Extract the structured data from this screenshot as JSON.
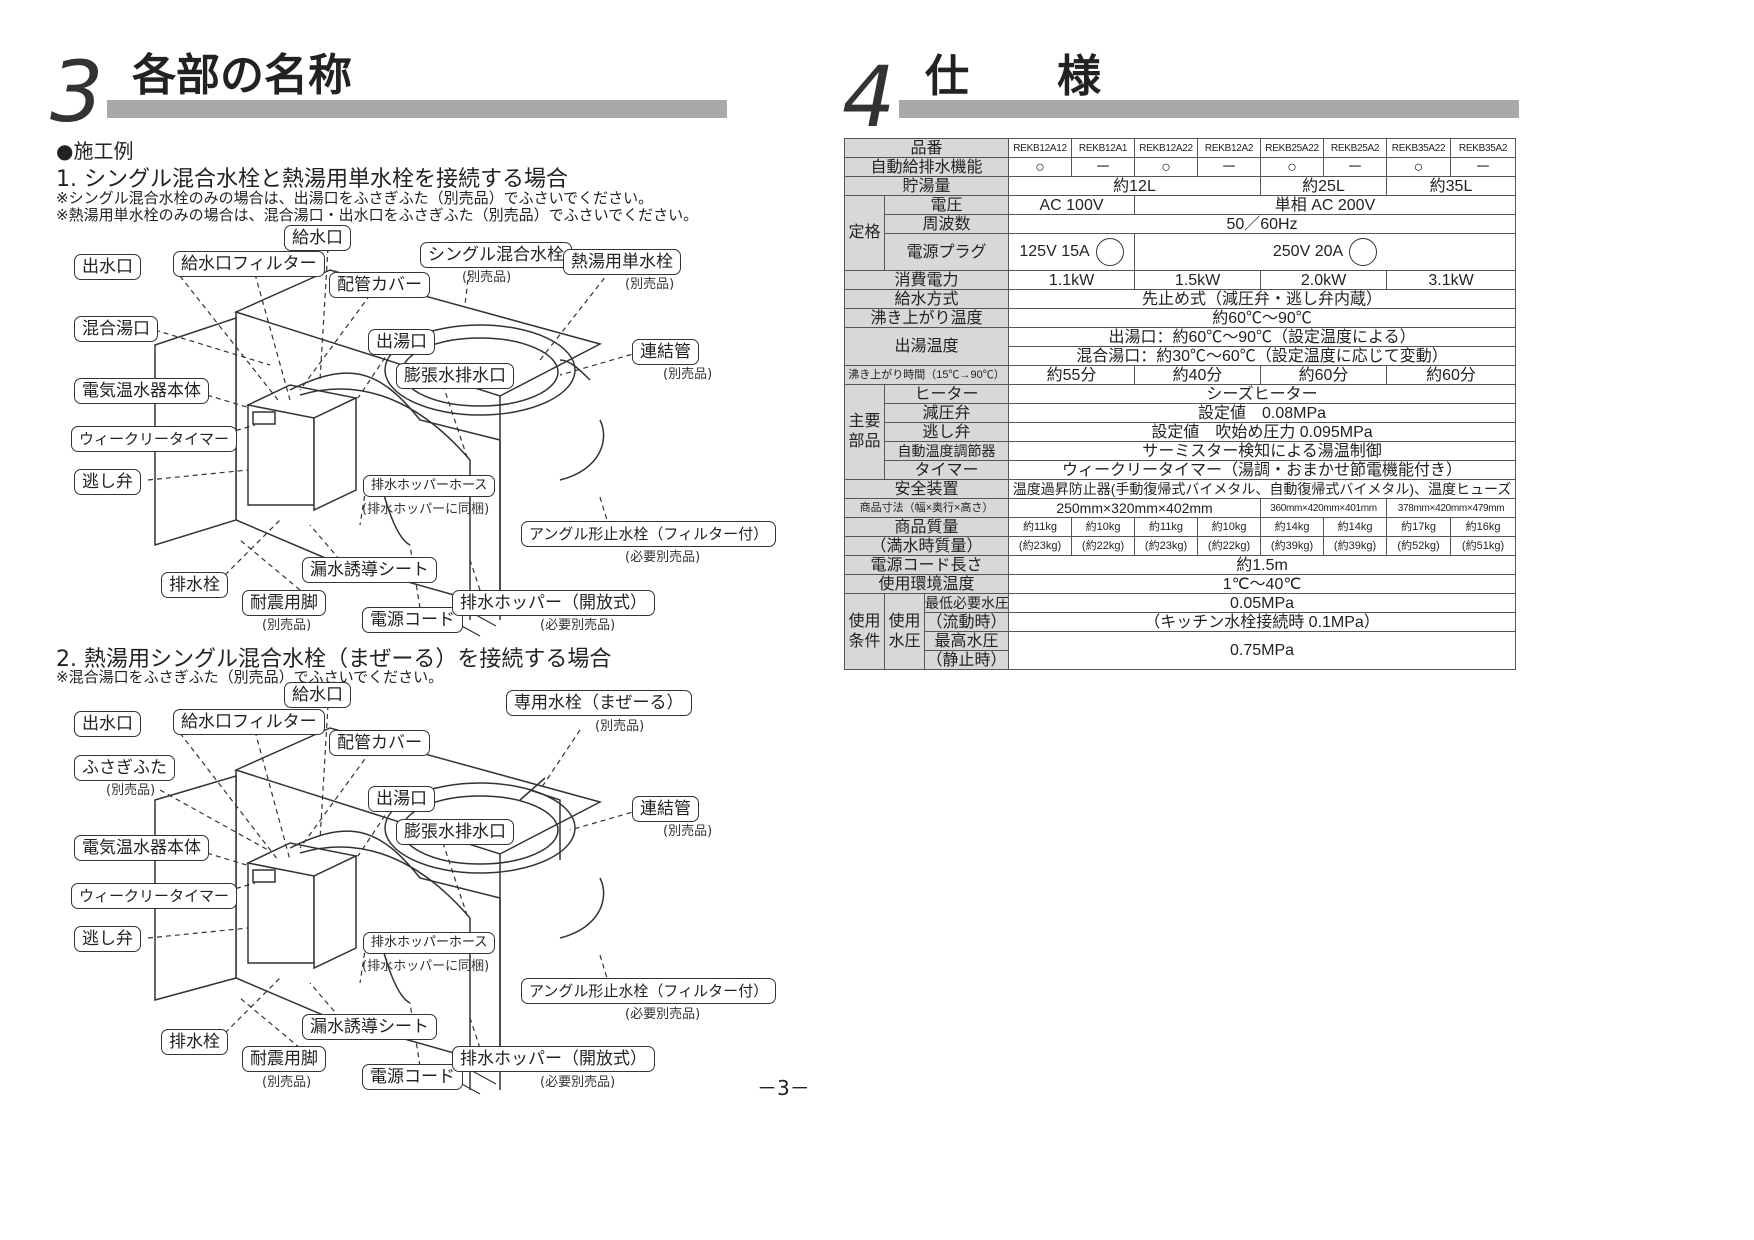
{
  "left": {
    "section_number": "3",
    "section_title": "各部の名称",
    "example_label": "●施工例",
    "case1": {
      "title": "1. シングル混合水栓と熱湯用単水栓を接続する場合",
      "note1": "※シングル混合水栓のみの場合は、出湯口をふさぎふた（別売品）でふさいでください。",
      "note2": "※熱湯用単水栓のみの場合は、混合湯口・出水口をふさぎふた（別売品）でふさいでください。",
      "labels": {
        "kyusuiguchi": "給水口",
        "single_faucet": "シングル混合水栓",
        "single_faucet_sub": "(別売品)",
        "shutsusuiguchi": "出水口",
        "filter": "給水口フィルター",
        "hot_faucet": "熱湯用単水栓",
        "hot_faucet_sub": "(別売品)",
        "pipe_cover": "配管カバー",
        "konggo": "混合湯口",
        "shutsuyu": "出湯口",
        "renketsu": "連結管",
        "renketsu_sub": "(別売品)",
        "body": "電気温水器本体",
        "bocho": "膨張水排水口",
        "timer": "ウィークリータイマー",
        "nigashi": "逃し弁",
        "hose": "排水ホッパーホース",
        "hose_sub": "(排水ホッパーに同梱)",
        "angle": "アングル形止水栓（フィルター付）",
        "angle_sub": "(必要別売品)",
        "haisui": "排水栓",
        "rosui": "漏水誘導シート",
        "taishin": "耐震用脚",
        "taishin_sub": "(別売品)",
        "cord": "電源コード",
        "hopper": "排水ホッパー（開放式）",
        "hopper_sub": "(必要別売品)"
      }
    },
    "case2": {
      "title": "2. 熱湯用シングル混合水栓（まぜーる）を接続する場合",
      "note1": "※混合湯口をふさぎふた（別売品）でふさいでください。",
      "labels": {
        "kyusuiguchi": "給水口",
        "senyo": "専用水栓（まぜーる）",
        "senyo_sub": "(別売品)",
        "shutsusuiguchi": "出水口",
        "filter": "給水口フィルター",
        "pipe_cover": "配管カバー",
        "futa": "ふさぎふた",
        "futa_sub": "(別売品)",
        "shutsuyu": "出湯口",
        "renketsu": "連結管",
        "renketsu_sub": "(別売品)",
        "body": "電気温水器本体",
        "bocho": "膨張水排水口",
        "timer": "ウィークリータイマー",
        "nigashi": "逃し弁",
        "hose": "排水ホッパーホース",
        "hose_sub": "(排水ホッパーに同梱)",
        "angle": "アングル形止水栓（フィルター付）",
        "angle_sub": "(必要別売品)",
        "haisui": "排水栓",
        "rosui": "漏水誘導シート",
        "taishin": "耐震用脚",
        "taishin_sub": "(別売品)",
        "cord": "電源コード",
        "hopper": "排水ホッパー（開放式）",
        "hopper_sub": "(必要別売品)"
      }
    }
  },
  "right": {
    "section_number": "4",
    "section_title": "仕　　様",
    "table": {
      "hinban": "品番",
      "models": [
        "REKB12A12",
        "REKB12A1",
        "REKB12A22",
        "REKB12A2",
        "REKB25A22",
        "REKB25A2",
        "REKB35A22",
        "REKB35A2"
      ],
      "auto_label": "自動給排水機能",
      "auto": [
        "○",
        "－",
        "○",
        "－",
        "○",
        "－",
        "○",
        "－"
      ],
      "capacity_label": "貯湯量",
      "capacity": [
        "約12L",
        "約25L",
        "約35L"
      ],
      "teikaku": "定格",
      "voltage_label": "電圧",
      "voltage": [
        "AC 100V",
        "単相 AC 200V"
      ],
      "freq_label": "周波数",
      "freq": "50／60Hz",
      "plug_label": "電源プラグ",
      "plug": [
        "125V 15A",
        "250V 20A"
      ],
      "power_label": "消費電力",
      "power": [
        "1.1kW",
        "1.5kW",
        "2.0kW",
        "3.1kW"
      ],
      "supply_label": "給水方式",
      "supply": "先止め式（減圧弁・逃し弁内蔵）",
      "boil_label": "沸き上がり温度",
      "boil": "約60℃～90℃",
      "outtemp_label": "出湯温度",
      "outtemp1": "出湯口：約60℃～90℃（設定温度による）",
      "outtemp2": "混合湯口：約30℃～60℃（設定温度に応じて変動）",
      "boiltime_label": "沸き上がり時間（15℃→90℃）",
      "boiltime": [
        "約55分",
        "約40分",
        "約60分",
        "約60分"
      ],
      "parts": "主要部品",
      "heater_label": "ヒーター",
      "heater": "シーズヒーター",
      "genatsu_label": "減圧弁",
      "genatsu": "設定値　0.08MPa",
      "nigashi_label": "逃し弁",
      "nigashi": "設定値　吹始め圧力 0.095MPa",
      "thermo_label": "自動温度調節器",
      "thermo": "サーミスター検知による湯温制御",
      "timer_label": "タイマー",
      "timer": "ウィークリータイマー（湯調・おまかせ節電機能付き）",
      "safety_label": "安全装置",
      "safety": "温度過昇防止器(手動復帰式バイメタル、自動復帰式バイメタル)、温度ヒューズ",
      "size_label": "商品寸法（幅×奥行×高さ）",
      "size": [
        "250mm×320mm×402mm",
        "360mm×420mm×401mm",
        "378mm×420mm×479mm"
      ],
      "mass_label": "商品質量",
      "mass_label2": "（満水時質量）",
      "mass": [
        "約11kg",
        "約10kg",
        "約11kg",
        "約10kg",
        "約14kg",
        "約14kg",
        "約17kg",
        "約16kg"
      ],
      "mass_full": [
        "(約23kg)",
        "(約22kg)",
        "(約23kg)",
        "(約22kg)",
        "(約39kg)",
        "(約39kg)",
        "(約52kg)",
        "(約51kg)"
      ],
      "cord_label": "電源コード長さ",
      "cord": "約1.5m",
      "env_label": "使用環境温度",
      "env": "1℃～40℃",
      "cond": "使用条件",
      "water": "使用水圧",
      "minp_label": "最低必要水圧",
      "minp_label2": "（流動時）",
      "minp": "0.05MPa",
      "minp2": "（キッチン水栓接続時 0.1MPa）",
      "maxp_label": "最高水圧",
      "maxp_label2": "（静止時）",
      "maxp": "0.75MPa"
    }
  },
  "footer": {
    "page": "－3－"
  }
}
